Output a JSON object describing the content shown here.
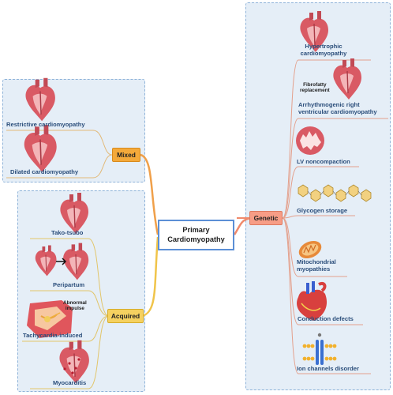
{
  "center": {
    "line1": "Primary",
    "line2": "Cardiomyopathy"
  },
  "branches": {
    "mixed": {
      "label": "Mixed",
      "items": [
        "Restrictive cardiomyopathy",
        "Dilated cardiomyopathy"
      ]
    },
    "acquired": {
      "label": "Acquired",
      "items": [
        "Tako-tsubo",
        "Peripartum",
        "Tachycardia-induced",
        "Myocarditis"
      ],
      "notes": {
        "tachy_line1": "Abnormal",
        "tachy_line2": "impulse"
      }
    },
    "genetic": {
      "label": "Genetic",
      "items": {
        "hcm_1": "Hypertrophic",
        "hcm_2": "cardiomyopathy",
        "arvc_1": "Arrhythmogenic right",
        "arvc_2": "ventricular cardiomyopathy",
        "lvnc": "LV noncompaction",
        "glycogen": "Glycogen storage",
        "mito_1": "Mitochondrial",
        "mito_2": "myopathies",
        "conduction": "Conduction defects",
        "ion": "Ion channels disorder"
      },
      "notes": {
        "fibro_1": "Fibrofatty",
        "fibro_2": "replacement"
      }
    }
  },
  "colors": {
    "panel_fill": "#e5eef7",
    "panel_border": "#8fb3d9",
    "item_text": "#2a4d7a",
    "mixed_tag": "#f4a93a",
    "acquired_tag": "#f5d160",
    "genetic_tag": "#f79d86",
    "heart": "#d95a64",
    "center_border": "#5b8fd6"
  }
}
